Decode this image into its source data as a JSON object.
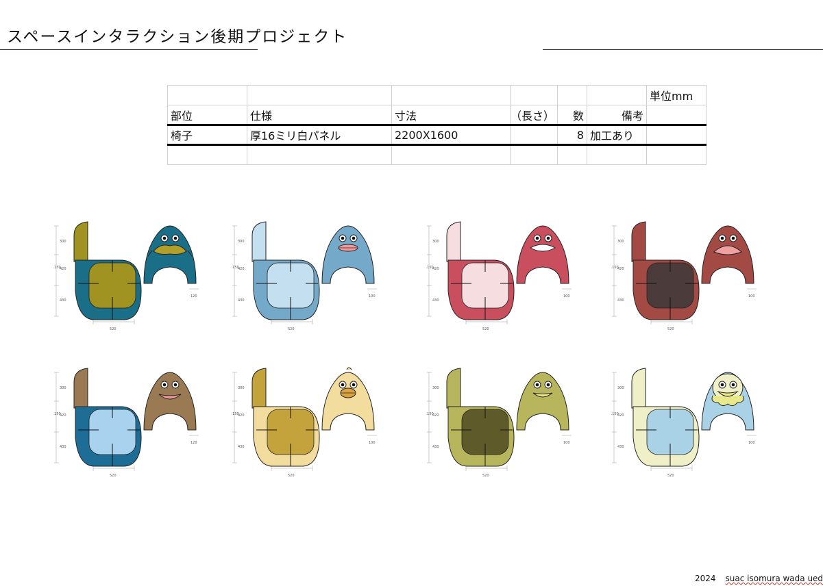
{
  "title": "スペースインタラクション後期プロジェクト",
  "table": {
    "unit": "単位mm",
    "headers": [
      "部位",
      "仕様",
      "寸法",
      "（長さ）",
      "数",
      "備考"
    ],
    "rows": [
      [
        "椅子",
        "厚16ミリ白パネル",
        "2200X1600",
        "",
        "8",
        "加工あり"
      ]
    ]
  },
  "chairs": [
    {
      "body": "#1a6e87",
      "seat": "#a09322",
      "back": "#a09322",
      "face": "#1a6e87",
      "mouth": "#b0a02a",
      "type": "frog",
      "dims": {
        "left": [
          "300",
          "420",
          "430"
        ],
        "total": "1150",
        "width": "520",
        "leg": "100",
        "right": "120"
      }
    },
    {
      "body": "#74a9c9",
      "seat": "#c4dff0",
      "back": "#c4dff0",
      "face": "#74a9c9",
      "mouth": "#f09a9a",
      "type": "lips",
      "dims": {
        "left": [
          "300",
          "420",
          "430"
        ],
        "total": "1150",
        "width": "520",
        "leg": "100",
        "right": "100"
      }
    },
    {
      "body": "#c94f5f",
      "seat": "#f5dde0",
      "back": "#f5dde0",
      "face": "#c94f5f",
      "mouth": "#ffffff",
      "type": "zigzag",
      "dims": {
        "left": [
          "300",
          "420",
          "430"
        ],
        "total": "1150",
        "width": "520",
        "leg": "100",
        "right": "100"
      }
    },
    {
      "body": "#a34a45",
      "seat": "#4c3b3b",
      "back": "#a34a45",
      "face": "#a34a45",
      "mouth": "#f0a0a0",
      "type": "frown",
      "dims": {
        "left": [
          "300",
          "420",
          "430"
        ],
        "total": "1150",
        "width": "520",
        "leg": "100",
        "right": "100"
      }
    },
    {
      "body": "#1d6d96",
      "seat": "#a9d2ee",
      "back": "#9a7a52",
      "face": "#9a7a52",
      "mouth": "#f09a9a",
      "type": "smile",
      "dims": {
        "left": [
          "300",
          "420",
          "430"
        ],
        "total": "1150",
        "width": "520",
        "leg": "100",
        "right": "120"
      }
    },
    {
      "body": "#f2dc9e",
      "seat": "#c4a23c",
      "back": "#c4a23c",
      "face": "#f2dc9e",
      "mouth": "#d9a440",
      "type": "beak",
      "dims": {
        "left": [
          "300",
          "420",
          "430"
        ],
        "total": "1150",
        "width": "520",
        "leg": "100",
        "right": "100"
      }
    },
    {
      "body": "#b8b65c",
      "seat": "#5e5a2a",
      "back": "#b8b65c",
      "face": "#b8b65c",
      "mouth": "#e9e88a",
      "type": "grin",
      "dims": {
        "left": [
          "300",
          "420",
          "430"
        ],
        "total": "1150",
        "width": "520",
        "leg": "100",
        "right": "100"
      }
    },
    {
      "body": "#eff0c8",
      "seat": "#a9d2e6",
      "back": "#eff0c8",
      "face": "#eff0c8",
      "mouth": "#e9e88a",
      "type": "jelly",
      "dims": {
        "left": [
          "300",
          "420",
          "430"
        ],
        "total": "1150",
        "width": "520",
        "leg": "100",
        "right": "100"
      }
    }
  ],
  "footer": {
    "year": "2024",
    "names": "suac isomura  wada ueda"
  }
}
